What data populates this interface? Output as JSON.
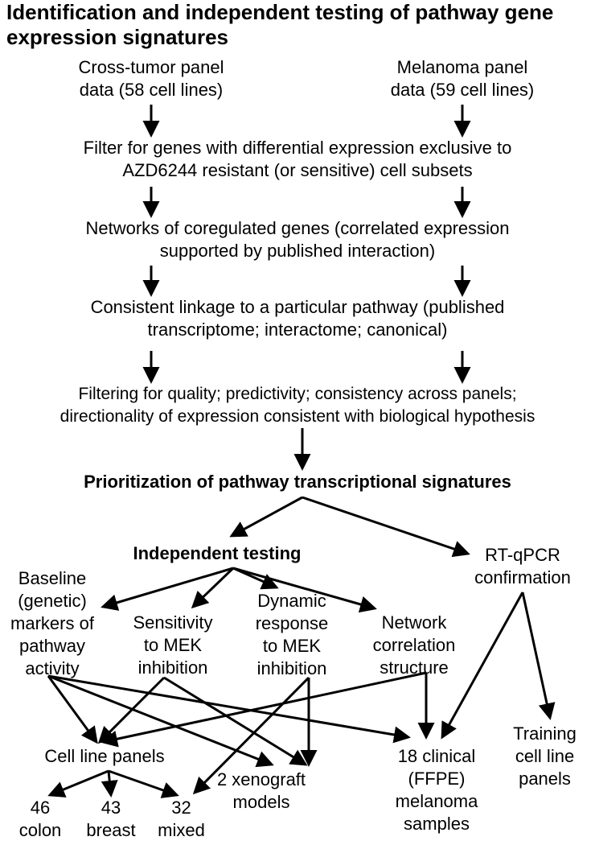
{
  "title": "Identification and independent testing of pathway gene expression signatures",
  "nodes": {
    "cross_tumor": [
      "Cross-tumor panel",
      "data (58 cell lines)"
    ],
    "melanoma": [
      "Melanoma panel",
      "data (59 cell lines)"
    ],
    "filter_diff": [
      "Filter for genes with differential expression exclusive to",
      "AZD6244 resistant (or sensitive) cell subsets"
    ],
    "networks": [
      "Networks of coregulated genes (correlated expression",
      "supported by published interaction)"
    ],
    "linkage": [
      "Consistent linkage to a particular pathway (published",
      "transcriptome; interactome; canonical)"
    ],
    "filter_quality": [
      "Filtering for quality; predictivity; consistency across panels;",
      "directionality of expression consistent with biological hypothesis"
    ],
    "prioritization": "Prioritization of pathway transcriptional signatures",
    "independent": "Independent testing",
    "rtqpcr": [
      "RT-qPCR",
      "confirmation"
    ],
    "baseline": [
      "Baseline",
      "(genetic)",
      "markers of",
      "pathway",
      "activity"
    ],
    "sensitivity": [
      "Sensitivity",
      "to MEK",
      "inhibition"
    ],
    "dynamic": [
      "Dynamic",
      "response",
      "to MEK",
      "inhibition"
    ],
    "network_corr": [
      "Network",
      "correlation",
      "structure"
    ],
    "cell_panels": "Cell line panels",
    "xenograft": [
      "2 xenograft",
      "models"
    ],
    "clinical": [
      "18 clinical",
      "(FFPE)",
      "melanoma",
      "samples"
    ],
    "training": [
      "Training",
      "cell line",
      "panels"
    ],
    "colon": [
      "46",
      "colon"
    ],
    "breast": [
      "43",
      "breast"
    ],
    "mixed": [
      "32",
      "mixed"
    ]
  }
}
